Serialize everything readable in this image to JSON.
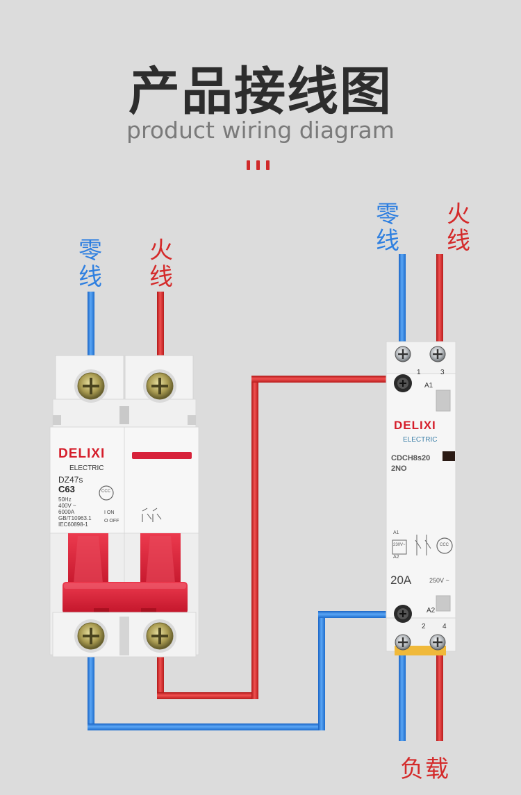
{
  "title": "产品接线图",
  "subtitle": "product wiring diagram",
  "labels": {
    "neutral": [
      "零",
      "线"
    ],
    "live": [
      "火",
      "线"
    ],
    "load": "负载"
  },
  "breaker": {
    "brand": "DELIXI",
    "sub": "ELECTRIC",
    "model": "DZ47s",
    "rating": "C63",
    "freq": "50Hz",
    "voltage": "400V ~",
    "capacity": "6000A",
    "std1": "GB/T10963.1",
    "std2": "IEC60898-1",
    "on_label": "I ON",
    "off_label": "O OFF",
    "cert": "CCC"
  },
  "contactor": {
    "brand": "DELIXI",
    "sub": "ELECTRIC",
    "model": "CDCH8s20",
    "config": "2NO",
    "terminal_a1": "A1",
    "terminal_a2": "A2",
    "terminals_top": [
      "1",
      "3"
    ],
    "terminals_bottom": [
      "2",
      "4"
    ],
    "coil_voltage": "230V~",
    "current": "20A",
    "voltage": "250V ~",
    "cert": "CCC"
  },
  "colors": {
    "neutral_wire": "#2f84e6",
    "live_wire": "#dc2d2d",
    "breaker_red": "#d7223a",
    "brand_red": "#d51d2a"
  }
}
